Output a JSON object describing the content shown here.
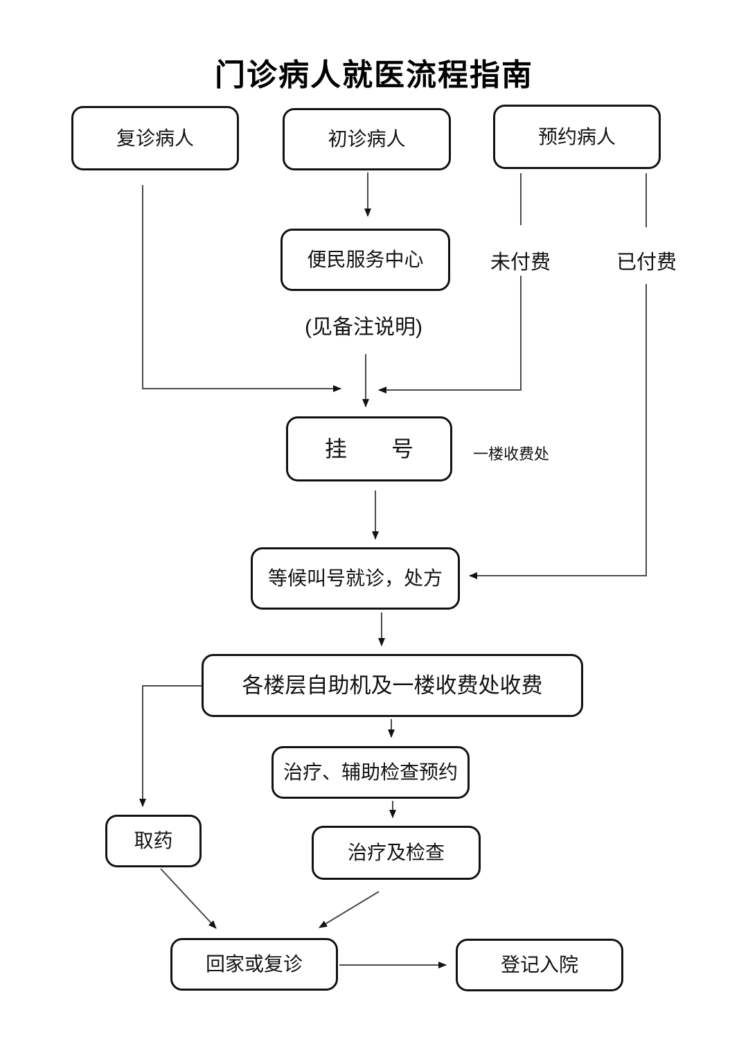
{
  "title": "门诊病人就医流程指南",
  "nodes": {
    "revisit": {
      "label": "复诊病人"
    },
    "first_visit": {
      "label": "初诊病人"
    },
    "appointment": {
      "label": "预约病人"
    },
    "service_center": {
      "label": "便民服务中心"
    },
    "register": {
      "label": "挂　　号"
    },
    "wait": {
      "label": "等候叫号就诊，处方"
    },
    "payment": {
      "label": "各楼层自助机及一楼收费处收费"
    },
    "treatment_booking": {
      "label": "治疗、辅助检查预约"
    },
    "pharmacy": {
      "label": "取药"
    },
    "treatment_exam": {
      "label": "治疗及检查"
    },
    "home_or_revisit": {
      "label": "回家或复诊"
    },
    "admission": {
      "label": "登记入院"
    }
  },
  "labels": {
    "see_note": {
      "text": "(见备注说明)"
    },
    "unpaid": {
      "text": "未付费"
    },
    "paid": {
      "text": "已付费"
    },
    "register_note": {
      "text": "一楼收费处"
    }
  },
  "colors": {
    "background": "#ffffff",
    "border": "#111111",
    "line": "#4a4a4a",
    "text": "#111111"
  }
}
